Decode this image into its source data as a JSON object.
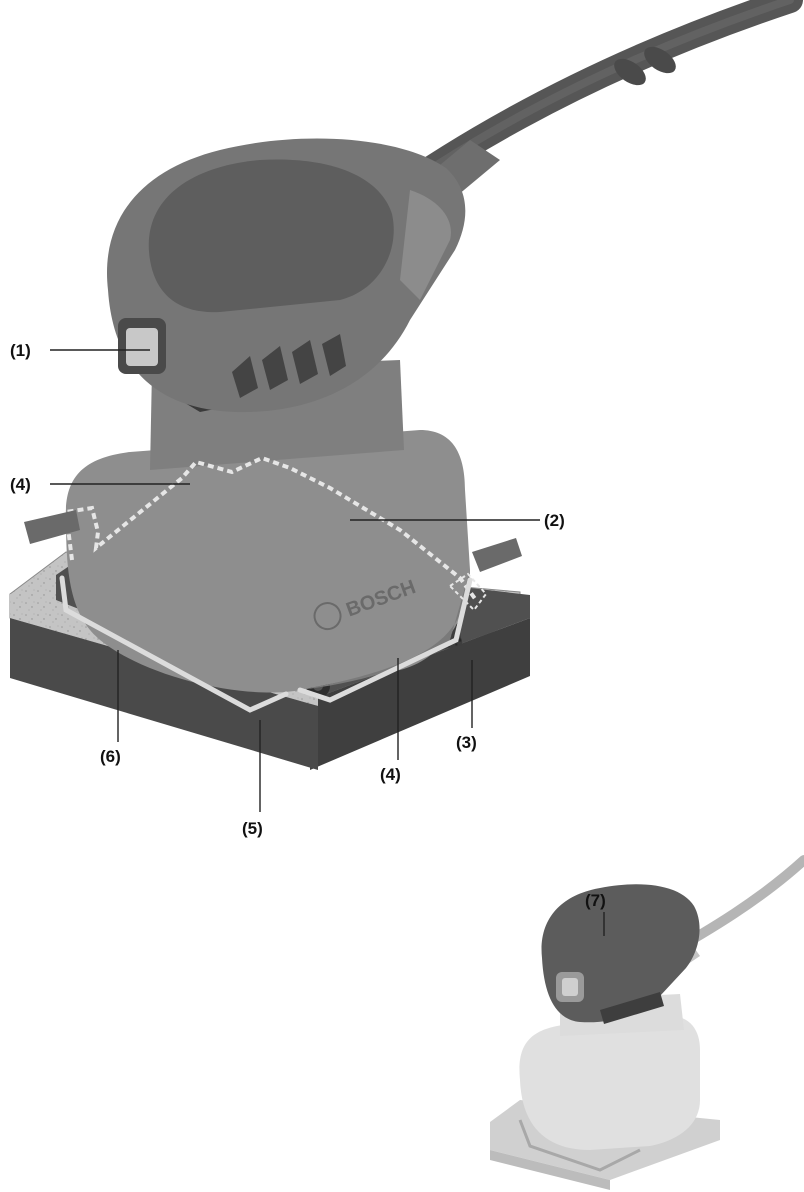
{
  "figure": {
    "labels": {
      "switch": "(1)",
      "dust_outlet": "(2)",
      "sanding_plate": "(3)",
      "clamp_upper": "(4)",
      "clamp_lower": "(4)",
      "sanding_sheet": "(5)",
      "clamp_bar": "(6)",
      "grip_area": "(7)"
    },
    "logo_text": "BOSCH",
    "colors": {
      "body_dark": "#5e5e5e",
      "body_mid": "#7a7a7a",
      "body_light": "#9a9a9a",
      "cord": "#565656",
      "plate": "#4a4a4a",
      "sheet": "#bdbdbd",
      "leader": "#222222"
    }
  }
}
